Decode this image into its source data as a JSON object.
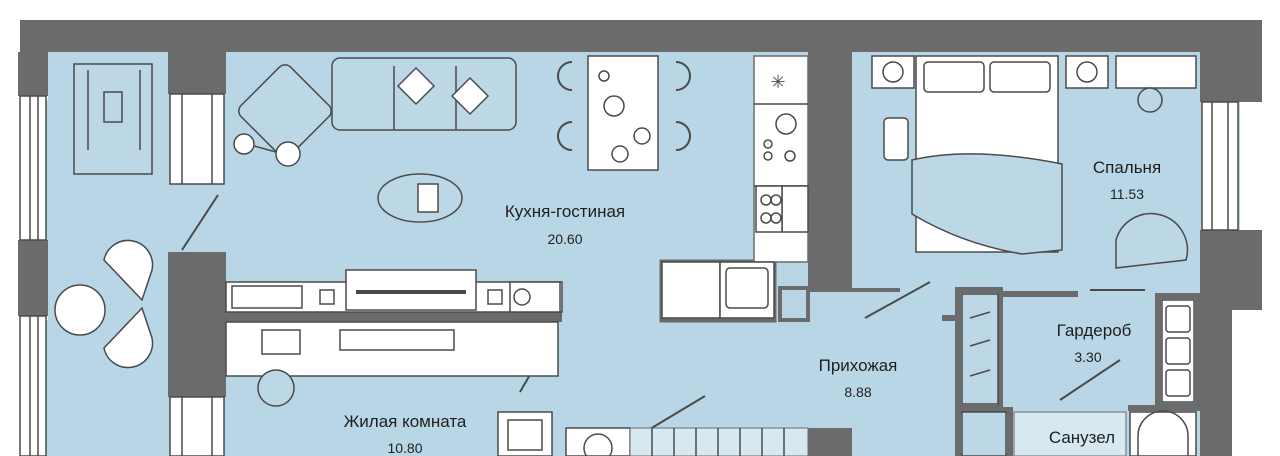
{
  "rooms": [
    {
      "id": "kitchen_living",
      "name": "Кухня-гостиная",
      "area": "20.60"
    },
    {
      "id": "bedroom",
      "name": "Спальня",
      "area": "11.53"
    },
    {
      "id": "wardrobe",
      "name": "Гардероб",
      "area": "3.30"
    },
    {
      "id": "hallway",
      "name": "Прихожая",
      "area": "8.88"
    },
    {
      "id": "living_room",
      "name": "Жилая комната",
      "area": "10.80"
    },
    {
      "id": "bathroom",
      "name": "Санузел",
      "area": ""
    }
  ],
  "colors": {
    "floor": "#b8d6e6",
    "wall": "#6b6b6b",
    "line": "#4a4a4a",
    "background": "#ffffff"
  }
}
